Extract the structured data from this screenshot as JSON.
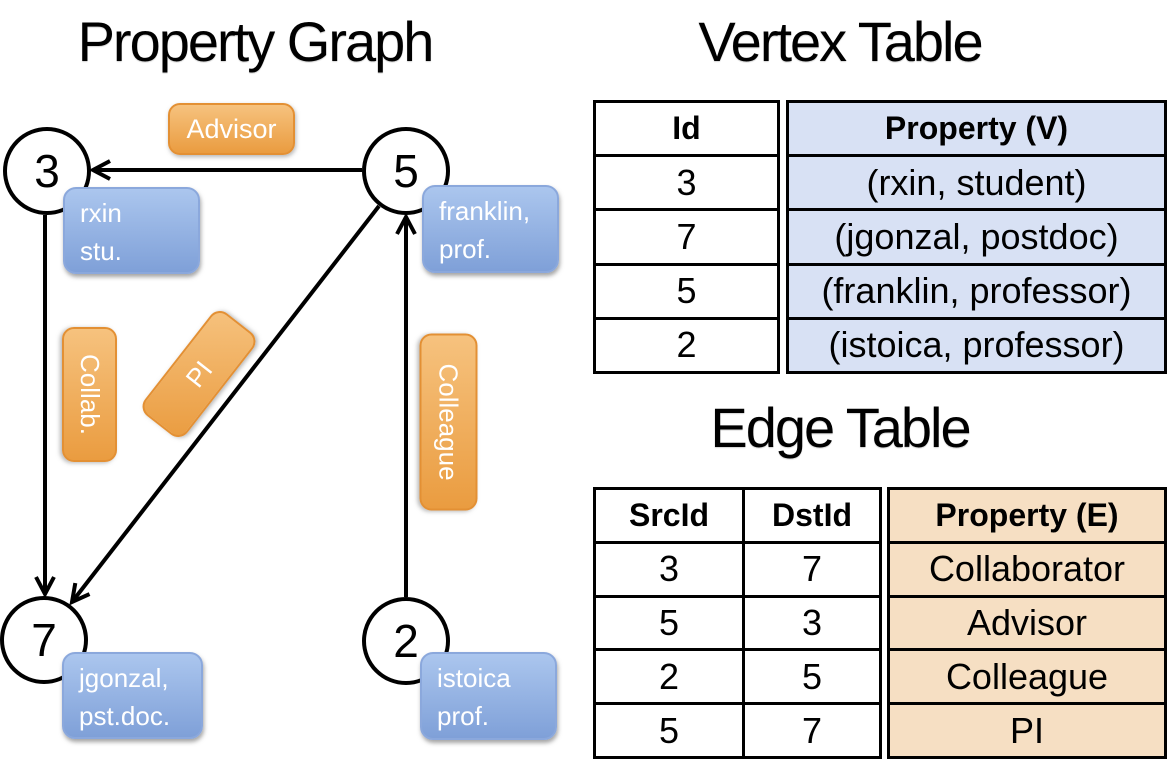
{
  "titles": {
    "graph": "Property Graph",
    "vertex_table": "Vertex Table",
    "edge_table": "Edge Table"
  },
  "graph": {
    "vertices": [
      {
        "id": "3"
      },
      {
        "id": "5"
      },
      {
        "id": "7"
      },
      {
        "id": "2"
      }
    ],
    "vertex_boxes": [
      {
        "line1": "rxin",
        "line2": "stu."
      },
      {
        "line1": "franklin,",
        "line2": "prof."
      },
      {
        "line1": "jgonzal,",
        "line2": "pst.doc."
      },
      {
        "line1": "istoica",
        "line2": "prof."
      }
    ],
    "edge_labels": [
      {
        "label": "Advisor"
      },
      {
        "label": "Collab."
      },
      {
        "label": "PI"
      },
      {
        "label": "Colleague"
      }
    ],
    "edges": [
      {
        "from": "5",
        "to": "3",
        "label": "Advisor"
      },
      {
        "from": "3",
        "to": "7",
        "label": "Collab."
      },
      {
        "from": "5",
        "to": "7",
        "label": "PI"
      },
      {
        "from": "2",
        "to": "5",
        "label": "Colleague"
      }
    ]
  },
  "vertex_table": {
    "headers": [
      "Id",
      "Property (V)"
    ],
    "rows": [
      [
        "3",
        "(rxin, student)"
      ],
      [
        "7",
        "(jgonzal, postdoc)"
      ],
      [
        "5",
        "(franklin, professor)"
      ],
      [
        "2",
        "(istoica, professor)"
      ]
    ]
  },
  "edge_table": {
    "headers": [
      "SrcId",
      "DstId",
      "Property (E)"
    ],
    "rows": [
      [
        "3",
        "7",
        "Collaborator"
      ],
      [
        "5",
        "3",
        "Advisor"
      ],
      [
        "2",
        "5",
        "Colleague"
      ],
      [
        "5",
        "7",
        "PI"
      ]
    ]
  },
  "colors": {
    "orange_light": "#f6c27e",
    "orange_dark": "#ea9c40",
    "blue_light": "#abc6ee",
    "blue_dark": "#7fa0d8",
    "vertex_cell_bg": "#d8e1f4",
    "edge_cell_bg": "#f6dfc3",
    "line": "#000000"
  }
}
